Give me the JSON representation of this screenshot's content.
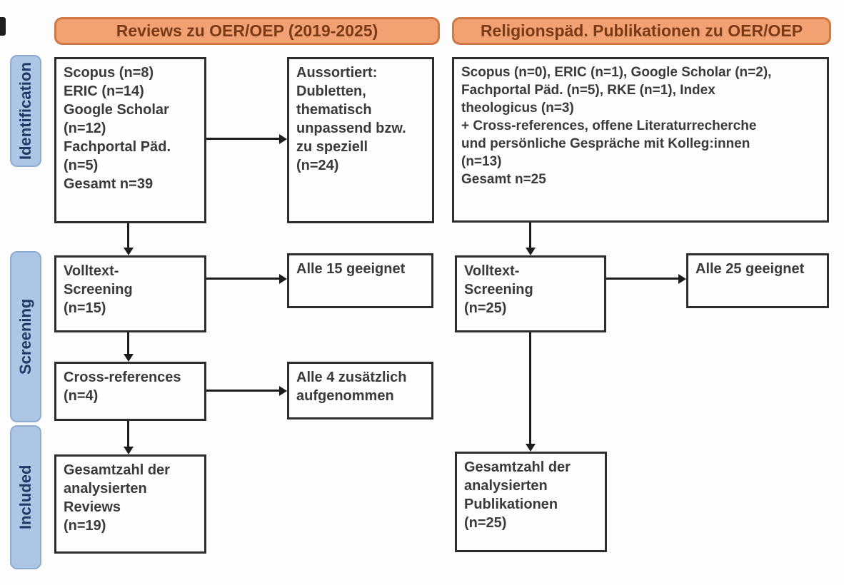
{
  "headers": {
    "left": "Reviews zu OER/OEP (2019-2025)",
    "right": "Religionspäd. Publikationen zu OER/OEP"
  },
  "stages": {
    "identification": "Identification",
    "screening": "Screening",
    "included": "Included"
  },
  "left": {
    "identification_box": "Scopus (n=8)\nERIC (n=14)\nGoogle Scholar\n(n=12)\nFachportal Päd.\n(n=5)\nGesamt n=39",
    "excluded_box": "Aussortiert:\nDubletten,\nthematisch\nunpassend bzw.\nzu speziell\n(n=24)",
    "screening_box": "Volltext-\nScreening\n(n=15)",
    "screening_result_box": "Alle 15 geeignet",
    "crossref_box": "Cross-references\n(n=4)",
    "crossref_result_box": "Alle 4 zusätzlich\naufgenommen",
    "included_box": "Gesamtzahl der\nanalysierten\nReviews\n(n=19)"
  },
  "right": {
    "identification_box": "Scopus (n=0), ERIC (n=1), Google Scholar (n=2),\nFachportal Päd. (n=5), RKE (n=1), Index\ntheologicus (n=3)\n+ Cross-references, offene Literaturrecherche\nund persönliche Gespräche mit Kolleg:innen\n(n=13)\nGesamt n=25",
    "screening_box": "Volltext-\nScreening\n(n=25)",
    "screening_result_box": "Alle 25 geeignet",
    "included_box": "Gesamtzahl der\nanalysierten\nPublikationen\n(n=25)"
  },
  "colors": {
    "header_fill": "#f2a272",
    "header_border": "#cf7946",
    "header_text": "#7a3a16",
    "stage_fill": "#adc6e6",
    "stage_border": "#8eabd0",
    "stage_text": "#1f3864",
    "box_border": "#2d2d2d",
    "box_bg": "#fefefe",
    "box_text": "#3a3a3a",
    "arrow": "#1c1c1c",
    "background": "#fdfdfd"
  }
}
